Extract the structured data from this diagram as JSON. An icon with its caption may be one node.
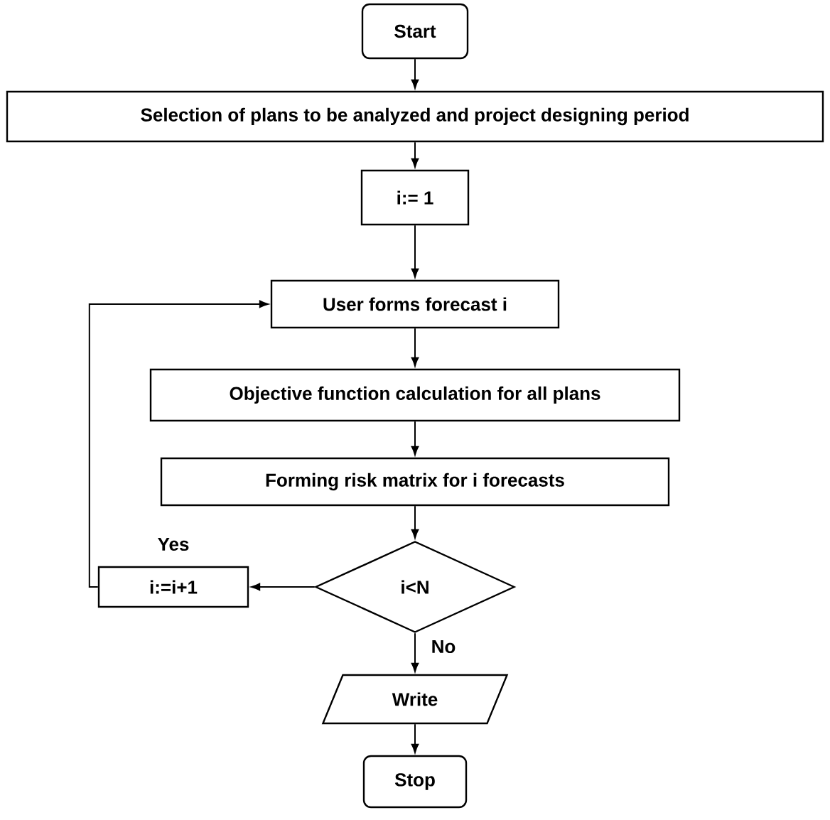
{
  "diagram": {
    "nodes": [
      {
        "text": [
          "Start"
        ]
      },
      {
        "text": [
          "Selection of plans to be analyzed and project designing period"
        ]
      },
      {
        "text": [
          "i:= 1"
        ]
      },
      {
        "text": [
          "User forms forecast i"
        ]
      },
      {
        "text": [
          "Objective function calculation for all plans"
        ]
      },
      {
        "text": [
          "Forming risk matrix for i forecasts"
        ]
      },
      {
        "text": [
          "i<N"
        ]
      },
      {
        "text": [
          "i:=i+1"
        ]
      },
      {
        "text": [
          "Write"
        ]
      },
      {
        "text": [
          "Stop"
        ]
      }
    ],
    "edges": [
      {
        "from": 0,
        "to": 1,
        "arrow": "to"
      },
      {
        "from": 1,
        "to": 2,
        "arrow": "to"
      },
      {
        "from": 2,
        "to": 3,
        "arrow": "to"
      },
      {
        "from": 3,
        "to": 4,
        "arrow": "to"
      },
      {
        "from": 4,
        "to": 5,
        "arrow": "to"
      },
      {
        "from": 5,
        "to": 6,
        "arrow": "to"
      },
      {
        "from": 6,
        "to": 7,
        "arrow": "to",
        "label": "Yes"
      },
      {
        "from": 7,
        "to": 3,
        "arrow": "to"
      },
      {
        "from": 6,
        "to": 8,
        "arrow": "to",
        "label": "No"
      },
      {
        "from": 8,
        "to": 9,
        "arrow": "to"
      }
    ]
  }
}
